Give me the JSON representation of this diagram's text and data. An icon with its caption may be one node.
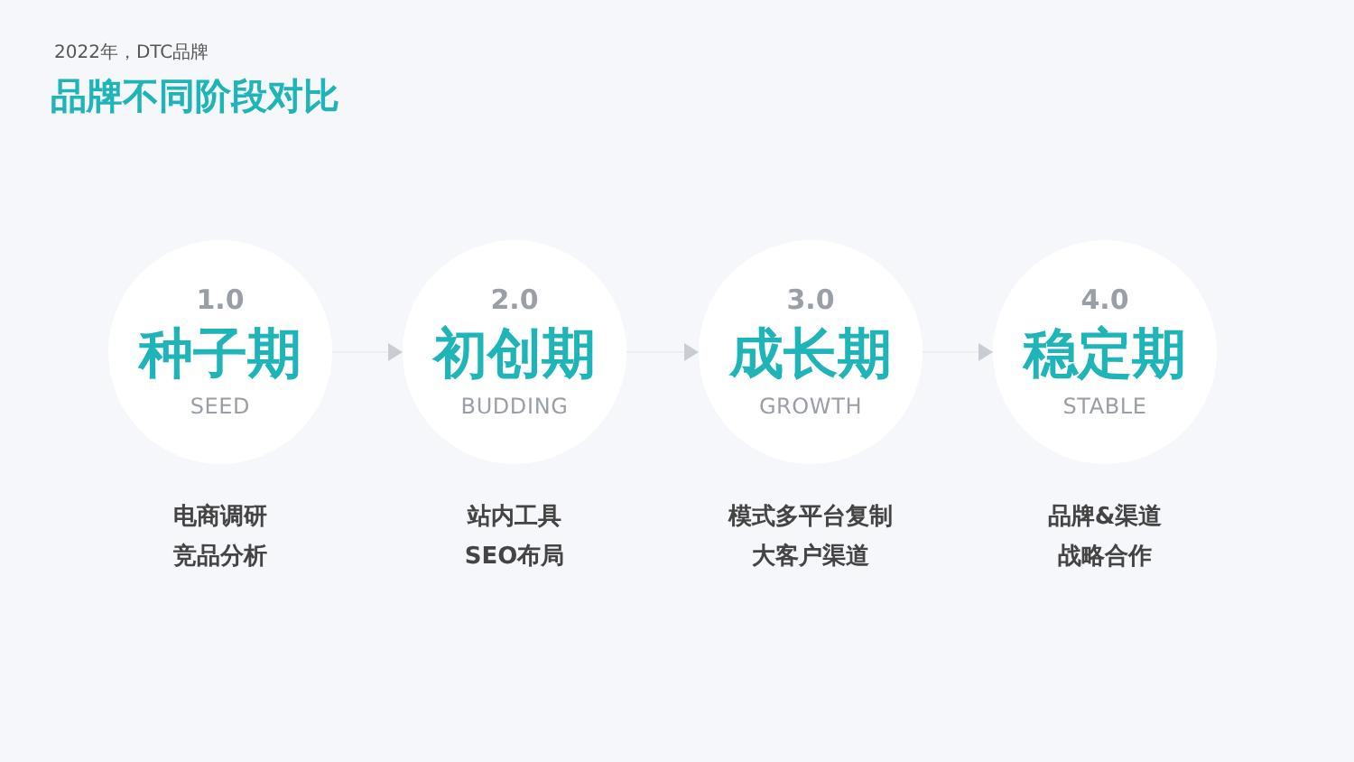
{
  "diagram": {
    "title": "品牌不同阶段对比",
    "nodes": [
      {
        "text": [
          "1.0",
          "种子期",
          "SEED"
        ],
        "beside": [
          "电商调研",
          "竞品分析"
        ]
      },
      {
        "text": [
          "2.0",
          "初创期",
          "BUDDING"
        ],
        "beside": [
          "站内工具",
          "SEO布局"
        ]
      },
      {
        "text": [
          "3.0",
          "成长期",
          "GROWTH"
        ],
        "beside": [
          "模式多平台复制",
          "大客户渠道"
        ]
      },
      {
        "text": [
          "4.0",
          "稳定期",
          "STABLE"
        ],
        "beside": [
          "品牌&渠道",
          "战略合作"
        ]
      }
    ],
    "edges": [
      {
        "from": 0,
        "to": 1,
        "arrow": "to"
      },
      {
        "from": 1,
        "to": 2,
        "arrow": "to"
      },
      {
        "from": 2,
        "to": 3,
        "arrow": "to"
      }
    ],
    "labels": [
      "2022年，DTC品牌"
    ]
  }
}
